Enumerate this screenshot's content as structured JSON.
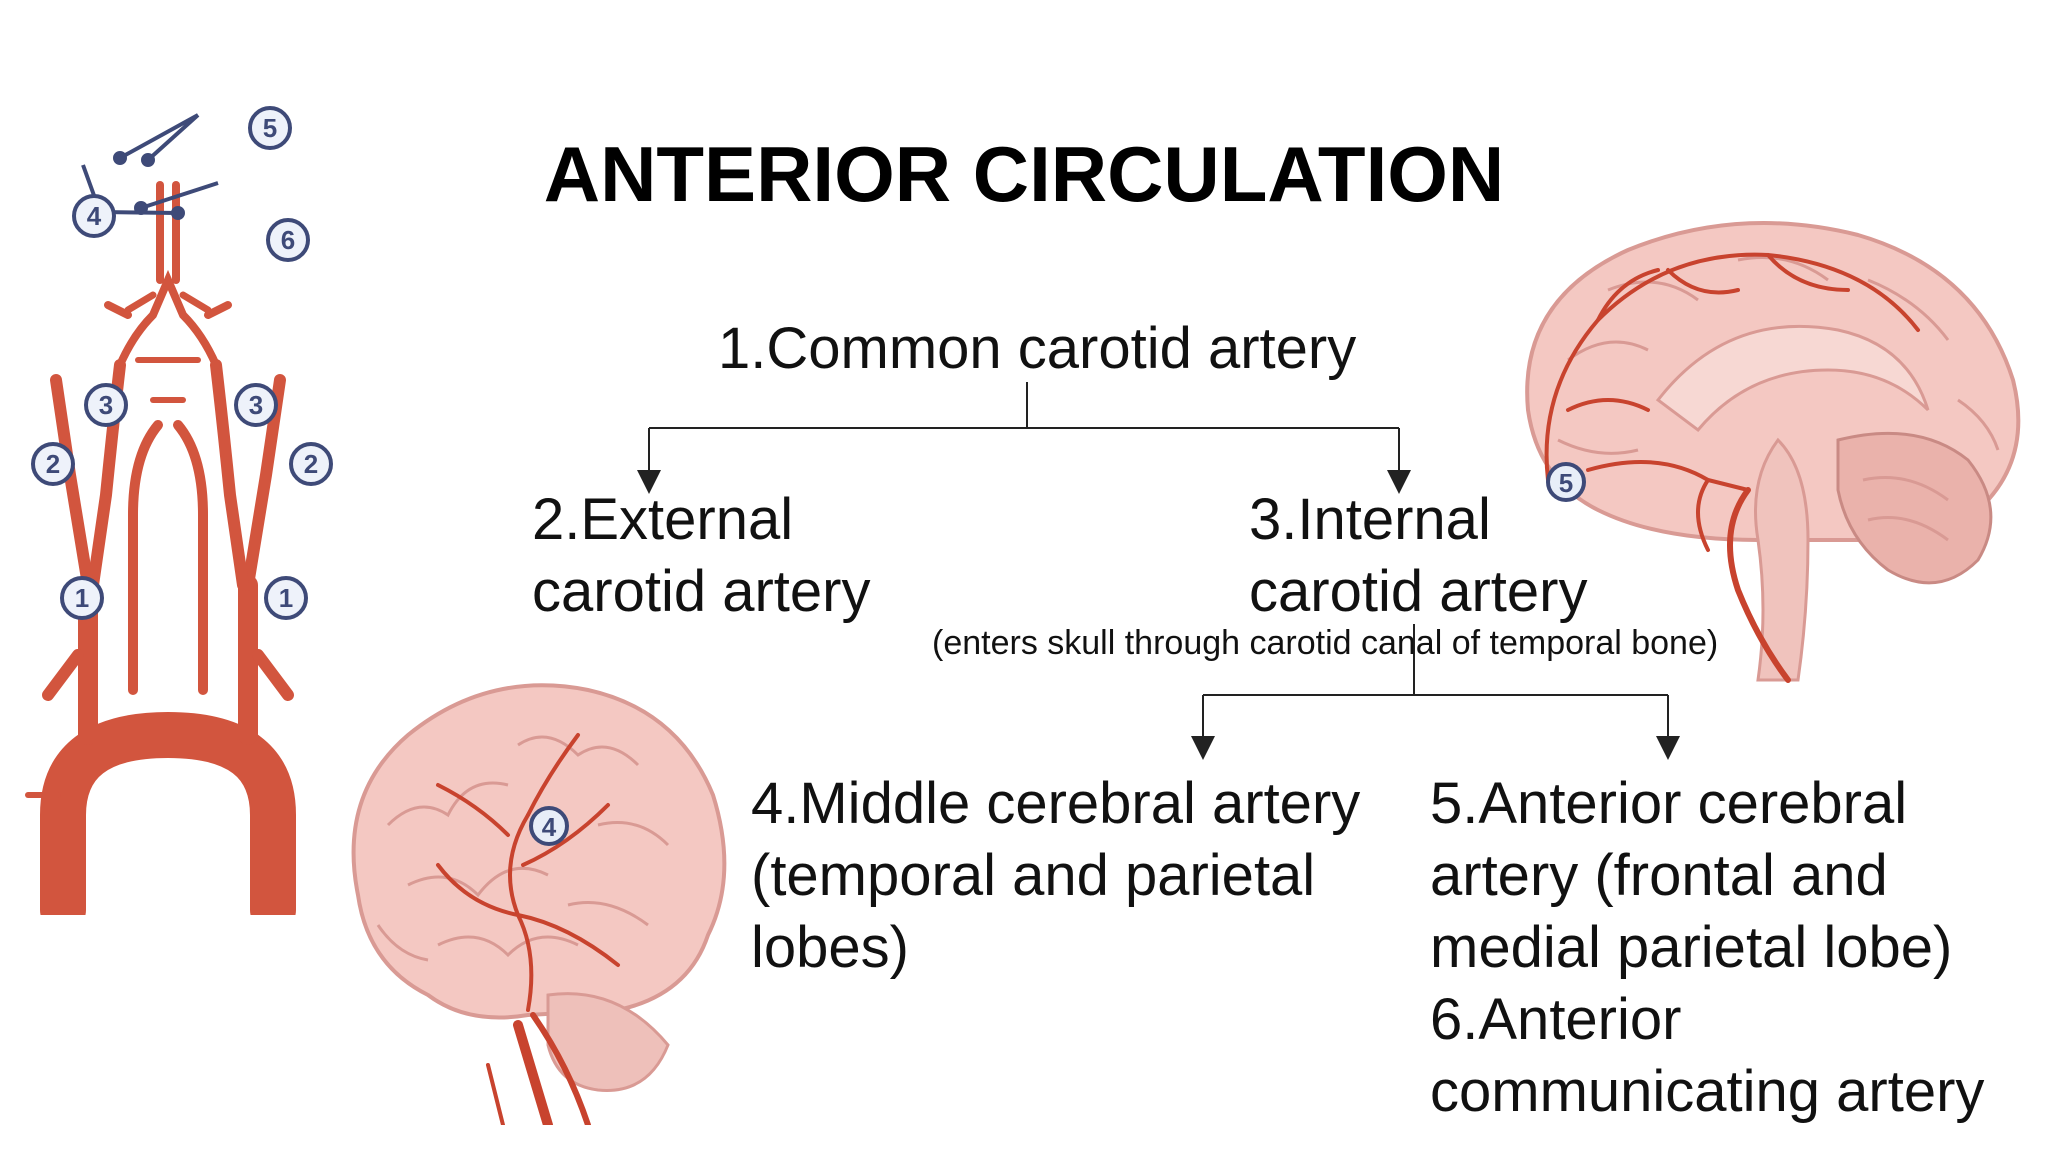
{
  "slide": {
    "title": "ANTERIOR CIRCULATION"
  },
  "tree": {
    "root": "1.Common carotid artery",
    "external": [
      "2.External",
      "carotid artery"
    ],
    "internal": [
      "3.Internal",
      "carotid artery"
    ],
    "internal_note": "(enters skull through carotid canal of temporal bone)",
    "middle": [
      "4.Middle cerebral artery",
      "(temporal and parietal",
      "lobes)"
    ],
    "anterior": [
      "5.Anterior cerebral",
      "artery (frontal and",
      "medial parietal lobe)"
    ],
    "communicating": [
      "6.Anterior",
      "communicating artery"
    ]
  },
  "illustrations": {
    "artery_tree_labels": [
      "5",
      "4",
      "6",
      "3",
      "3",
      "2",
      "2",
      "1",
      "1"
    ],
    "lateral_brain_label": "4",
    "sagittal_brain_label": "5"
  },
  "colors": {
    "artery": "#d2553e",
    "artery_dark": "#b8402b",
    "brain": "#f4c8c2",
    "brain_fold": "#d99a94",
    "label_ring": "#3e4a78",
    "line": "#222222"
  }
}
